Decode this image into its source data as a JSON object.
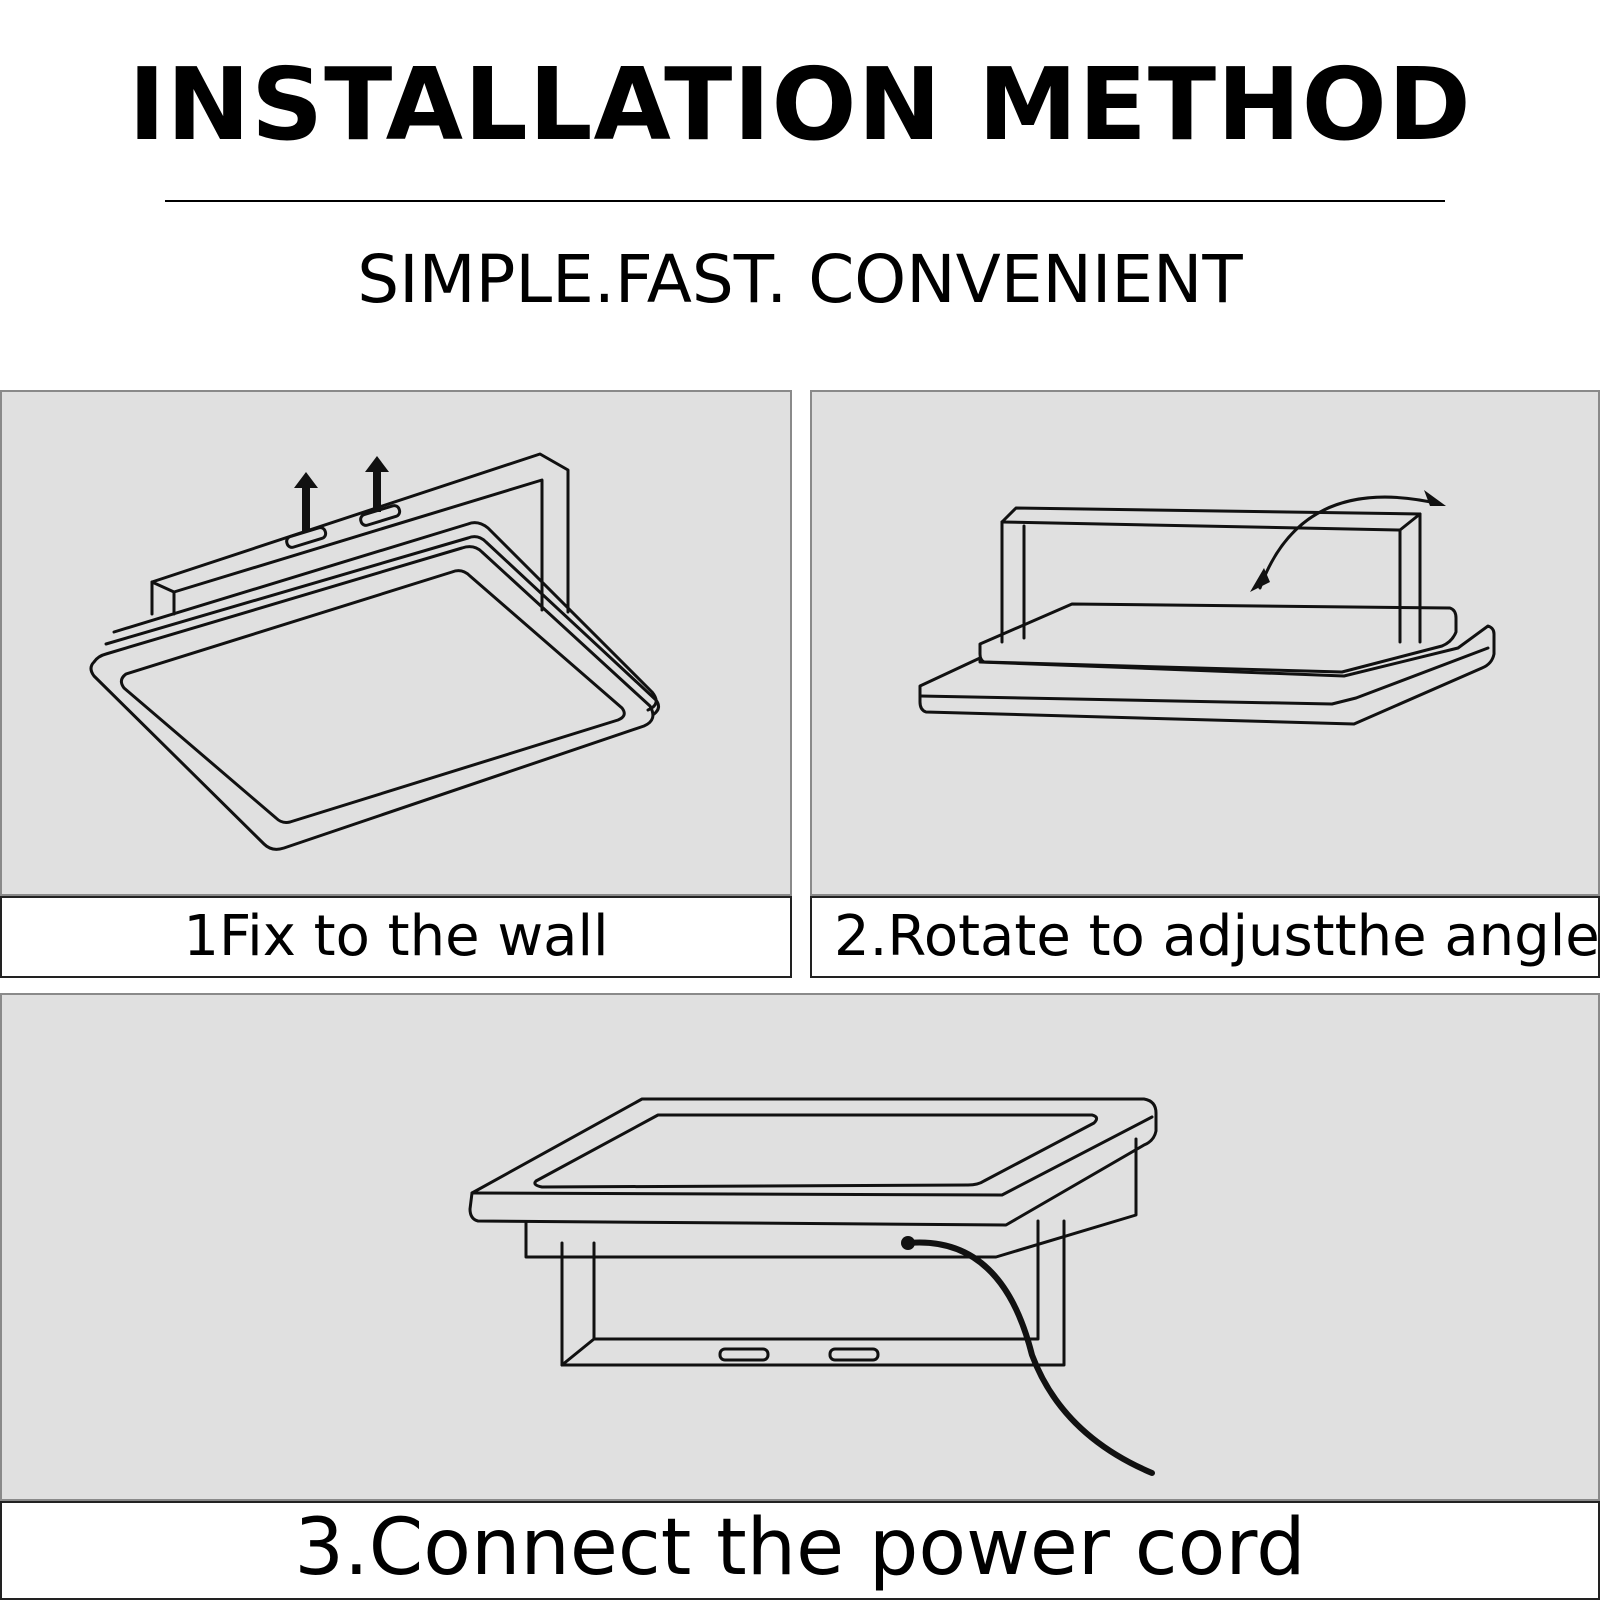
{
  "header": {
    "title": "INSTALLATION METHOD",
    "subtitle": "SIMPLE.FAST. CONVENIENT"
  },
  "steps": [
    {
      "caption": "1Fix to the wall"
    },
    {
      "caption": "2.Rotate to adjustthe angle"
    },
    {
      "caption": "3.Connect the power cord"
    }
  ],
  "colors": {
    "panel_background": "#e0e0e0",
    "line": "#111111"
  }
}
